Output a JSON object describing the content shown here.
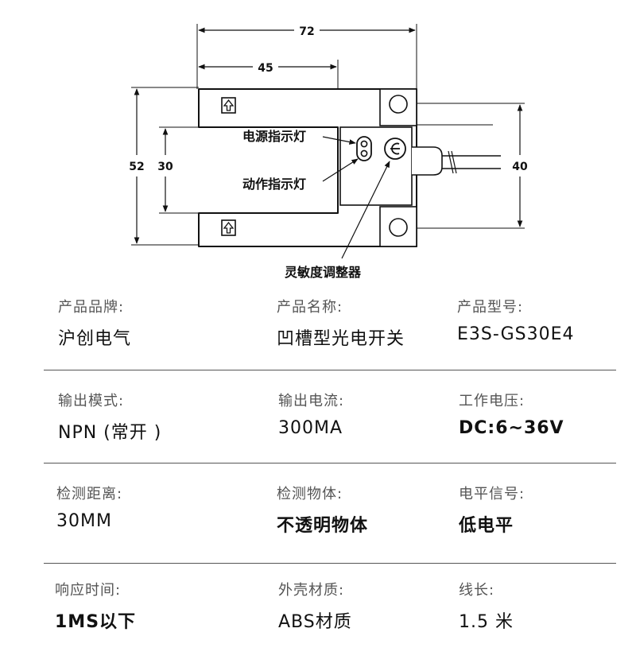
{
  "drawing": {
    "dim_total_width": "72",
    "dim_slot_width": "45",
    "dim_height": "52",
    "dim_slot_gap": "30",
    "dim_mount_spacing": "40",
    "callout_power_led": "电源指示灯",
    "callout_action_led": "动作指示灯",
    "callout_sensitivity": "灵敏度调整器"
  },
  "specs": [
    [
      {
        "label": "产品品牌:",
        "value": "沪创电气"
      },
      {
        "label": "产品名称:",
        "value": "凹槽型光电开关"
      },
      {
        "label": "产品型号:",
        "value": "E3S-GS30E4"
      }
    ],
    [
      {
        "label": "输出模式:",
        "value": "NPN (常开 )"
      },
      {
        "label": "输出电流:",
        "value": "300MA"
      },
      {
        "label": "工作电压:",
        "value": "DC:6~36V"
      }
    ],
    [
      {
        "label": "检测距离:",
        "value": "30MM"
      },
      {
        "label": "检测物体:",
        "value": "不透明物体"
      },
      {
        "label": "电平信号:",
        "value": "低电平"
      }
    ],
    [
      {
        "label": "响应时间:",
        "value": "1MS以下"
      },
      {
        "label": "外壳材质:",
        "value": "ABS材质"
      },
      {
        "label": "线长:",
        "value": "1.5 米"
      }
    ]
  ]
}
